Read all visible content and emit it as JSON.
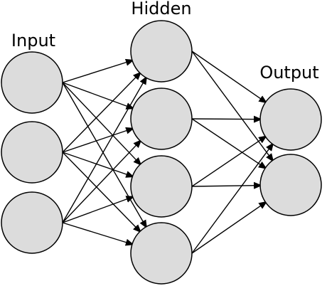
{
  "diagram": {
    "layers": [
      {
        "id": "input",
        "label": "Input",
        "node_count": 3
      },
      {
        "id": "hidden",
        "label": "Hidden",
        "node_count": 4
      },
      {
        "id": "output",
        "label": "Output",
        "node_count": 2
      }
    ],
    "connectivity": "fully-connected",
    "colors": {
      "node_fill": "#dcdcdc",
      "node_stroke": "#000000",
      "edge": "#000000",
      "background": "#ffffff"
    }
  }
}
